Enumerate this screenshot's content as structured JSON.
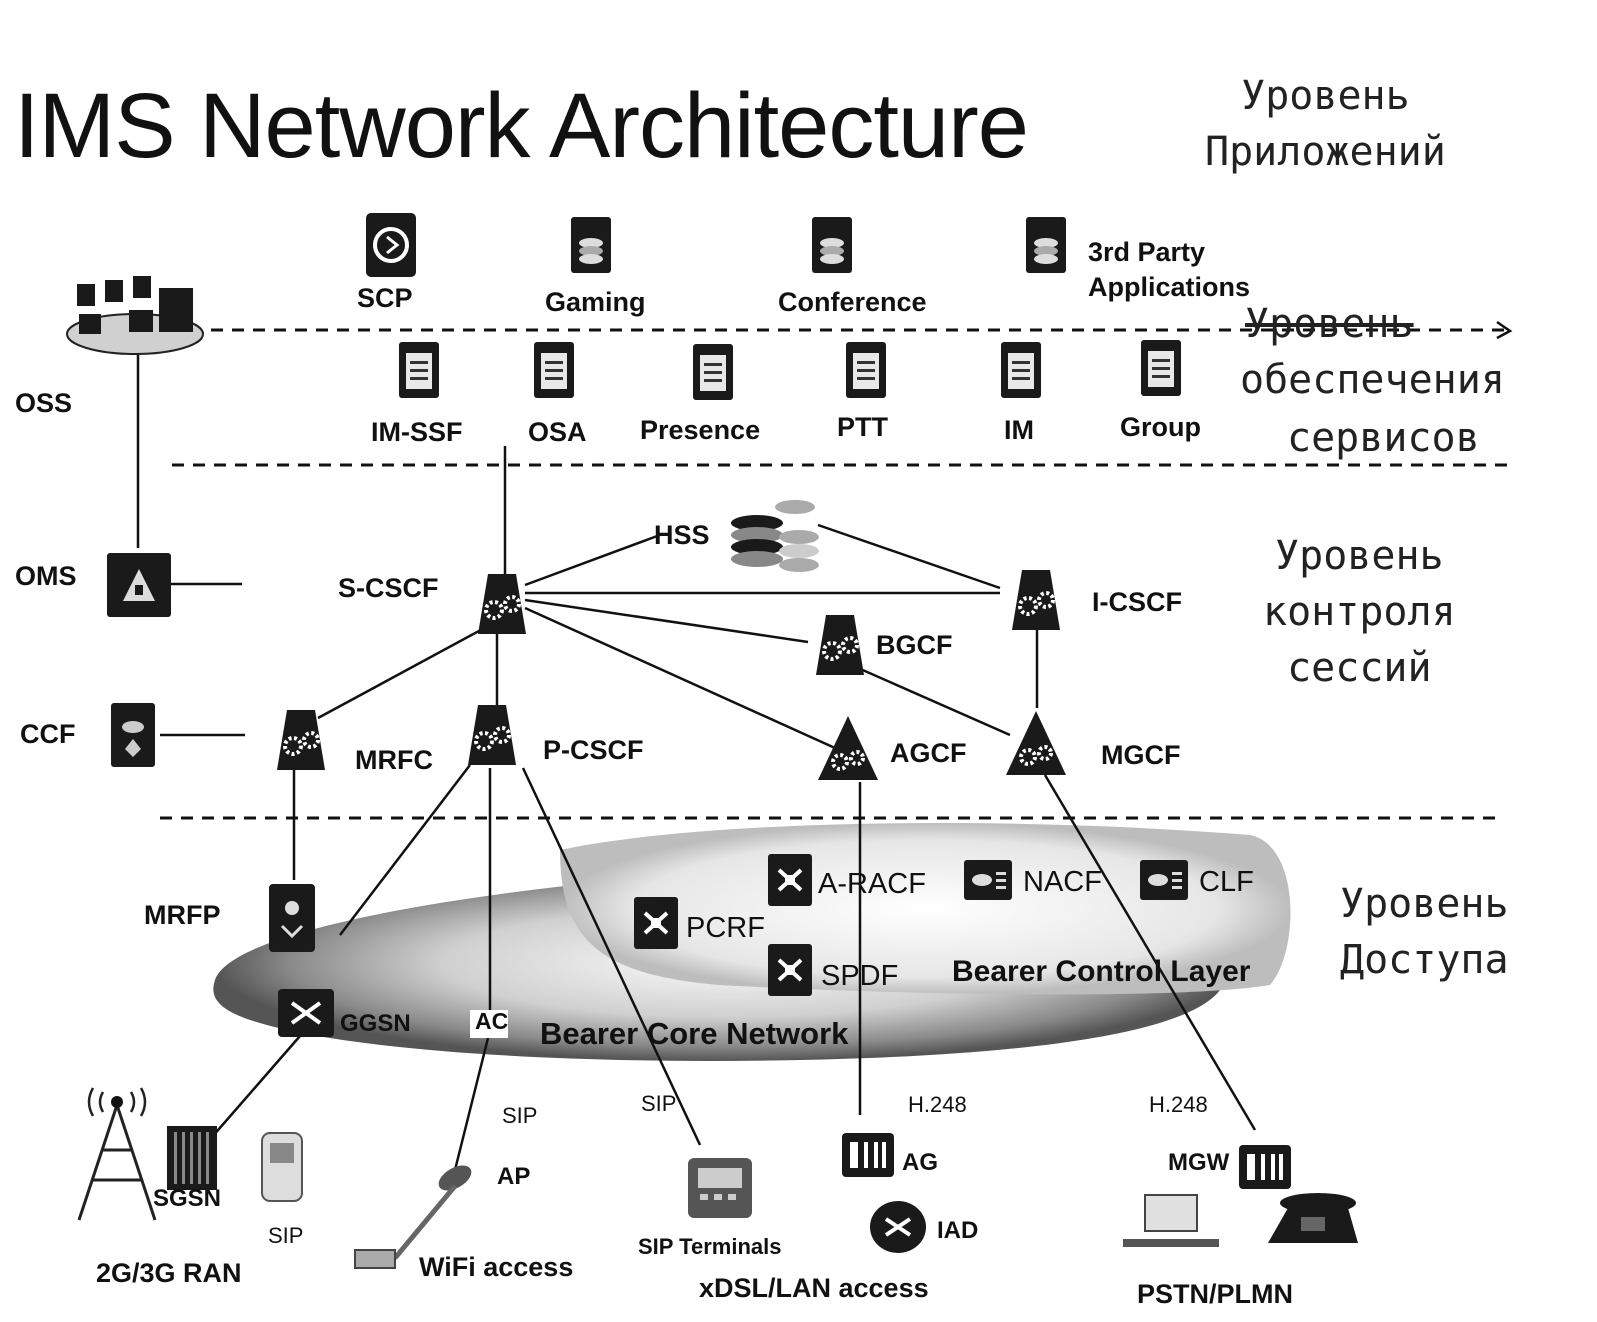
{
  "title": "IMS Network Architecture",
  "levels": {
    "applications": [
      "Уровень",
      "Приложений"
    ],
    "services": [
      "Уровень",
      "обеспечения",
      "сервисов"
    ],
    "session_control": [
      "Уровень",
      "контроля",
      "сессий"
    ],
    "access": [
      "Уровень",
      "Доступа"
    ]
  },
  "application_layer": {
    "scp": "SCP",
    "gaming": "Gaming",
    "conference": "Conference",
    "third_party": [
      "3rd Party",
      "Applications"
    ]
  },
  "service_layer": [
    "IM-SSF",
    "OSA",
    "Presence",
    "PTT",
    "IM",
    "Group"
  ],
  "management": {
    "oss": "OSS",
    "oms": "OMS",
    "ccf": "CCF"
  },
  "control_layer": {
    "hss": "HSS",
    "s_cscf": "S-CSCF",
    "i_cscf": "I-CSCF",
    "bgcf": "BGCF",
    "mrfc": "MRFC",
    "p_cscf": "P-CSCF",
    "agcf": "AGCF",
    "mgcf": "MGCF"
  },
  "bearer": {
    "mrfp": "MRFP",
    "a_racf": "A-RACF",
    "nacf": "NACF",
    "clf": "CLF",
    "pcrf": "PCRF",
    "spdf": "SPDF",
    "bearer_control_layer": "Bearer Control Layer",
    "ggsn": "GGSN",
    "ac": "AC",
    "bearer_core_network": "Bearer Core Network"
  },
  "protocols": {
    "sip": "SIP",
    "h248": "H.248"
  },
  "access_networks": {
    "sgsn": "SGSN",
    "ran": "2G/3G RAN",
    "ap": "AP",
    "wifi": "WiFi access",
    "sip_terminals": "SIP Terminals",
    "xdsl": "xDSL/LAN access",
    "ag": "AG",
    "iad": "IAD",
    "mgw": "MGW",
    "pstn": "PSTN/PLMN"
  }
}
